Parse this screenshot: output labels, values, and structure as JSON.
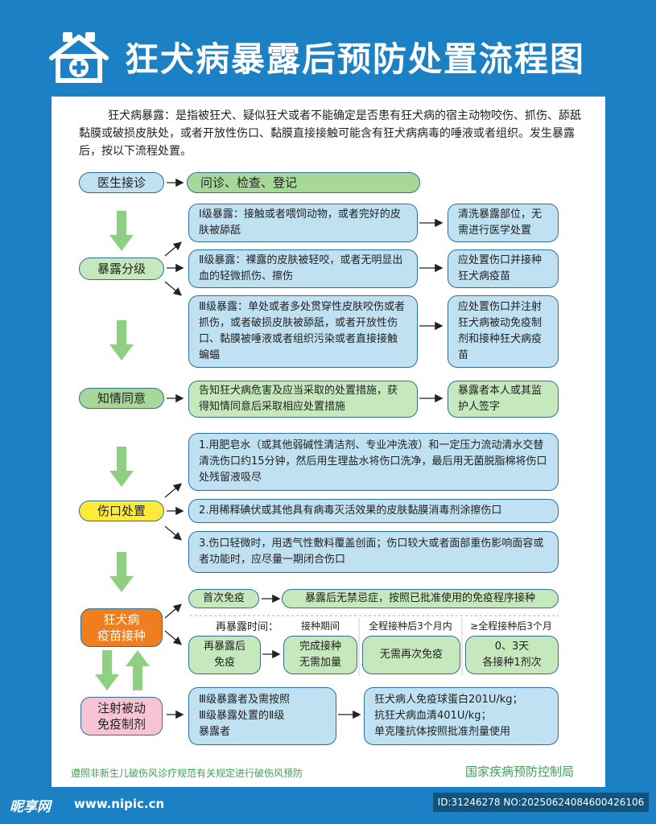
{
  "title": "狂犬病暴露后预防处置流程图",
  "intro": "狂犬病暴露：是指被狂犬、疑似狂犬或者不能确定是否患有狂犬病的宿主动物咬伤、抓伤、舔舐黏膜或破损皮肤处，或者开放性伤口、黏膜直接接触可能含有狂犬病病毒的唾液或者组织。发生暴露后，按以下流程处置。",
  "steps": {
    "visit": {
      "label": "医生接诊",
      "action": "问诊、检查、登记"
    },
    "grading": {
      "label": "暴露分级",
      "levels": [
        {
          "desc": "Ⅰ级暴露：接触或者喂饲动物，或者完好的皮肤被舔舐",
          "action": "清洗暴露部位，无需进行医学处置"
        },
        {
          "desc": "Ⅱ级暴露：裸露的皮肤被轻咬，或者无明显出血的轻微抓伤、擦伤",
          "action": "应处置伤口并接种狂犬病疫苗"
        },
        {
          "desc": "Ⅲ级暴露：单处或者多处贯穿性皮肤咬伤或者抓伤，或者破损皮肤被舔舐，或者开放性伤口、黏膜被唾液或者组织污染或者直接接触蝙蝠",
          "action": "应处置伤口并注射狂犬病被动免疫制剂和接种狂犬病疫苗"
        }
      ]
    },
    "consent": {
      "label": "知情同意",
      "desc": "告知狂犬病危害及应当采取的处置措施，获得知情同意后采取相应处置措施",
      "action": "暴露者本人或其监护人签字"
    },
    "wound": {
      "label": "伤口处置",
      "items": [
        "1.用肥皂水（或其他弱碱性清洁剂、专业冲洗液）和一定压力流动清水交替清洗伤口约15分钟，然后用生理盐水将伤口洗净，最后用无菌脱脂棉将伤口处残留液吸尽",
        "2.用稀释碘伏或其他具有病毒灭活效果的皮肤黏膜消毒剂涂擦伤口",
        "3.伤口轻微时，用透气性敷料覆盖创面；伤口较大或者面部重伤影响面容或者功能时，应尽量一期闭合伤口"
      ]
    },
    "vaccine": {
      "label_line1": "狂犬病",
      "label_line2": "疫苗接种",
      "first": {
        "label": "首次免疫",
        "desc": "暴露后无禁忌症，按照已批准使用的免疫程序接种"
      },
      "re_time_label": "再暴露时间：",
      "re_label_line1": "再暴露后",
      "re_label_line2": "免疫",
      "columns": [
        {
          "header": "接种期间",
          "value_line1": "完成接种",
          "value_line2": "无需加量"
        },
        {
          "header": "全程接种后3个月内",
          "value_line1": "无需再次免疫",
          "value_line2": ""
        },
        {
          "header": "≥全程接种后3个月",
          "value_line1": "0、3天",
          "value_line2": "各接种1剂次"
        }
      ]
    },
    "passive": {
      "label_line1": "注射被动",
      "label_line2": "免疫制剂",
      "who": [
        "Ⅲ级暴露者及需按照",
        "Ⅲ级暴露处置的Ⅱ级",
        "暴露者"
      ],
      "what": [
        "狂犬病人免疫球蛋白201U/kg；",
        "抗狂犬病血清401U/kg；",
        "单克隆抗体按照批准剂量使用"
      ]
    }
  },
  "footnote": "遵照非新生儿破伤风诊疗规范有关规定进行破伤风预防",
  "agency": "国家疾病预防控制局",
  "watermark": {
    "brand": "昵享网",
    "url": "www.nipic.cn",
    "id": "ID:31246278 NO:20250624084600426106"
  },
  "colors": {
    "background": "#1b80c4",
    "blue_box": "#bfe1f2",
    "green_box": "#a7d89a",
    "yellow": "#ffea3a",
    "orange": "#f07d1e",
    "pink": "#f7c4d4"
  }
}
